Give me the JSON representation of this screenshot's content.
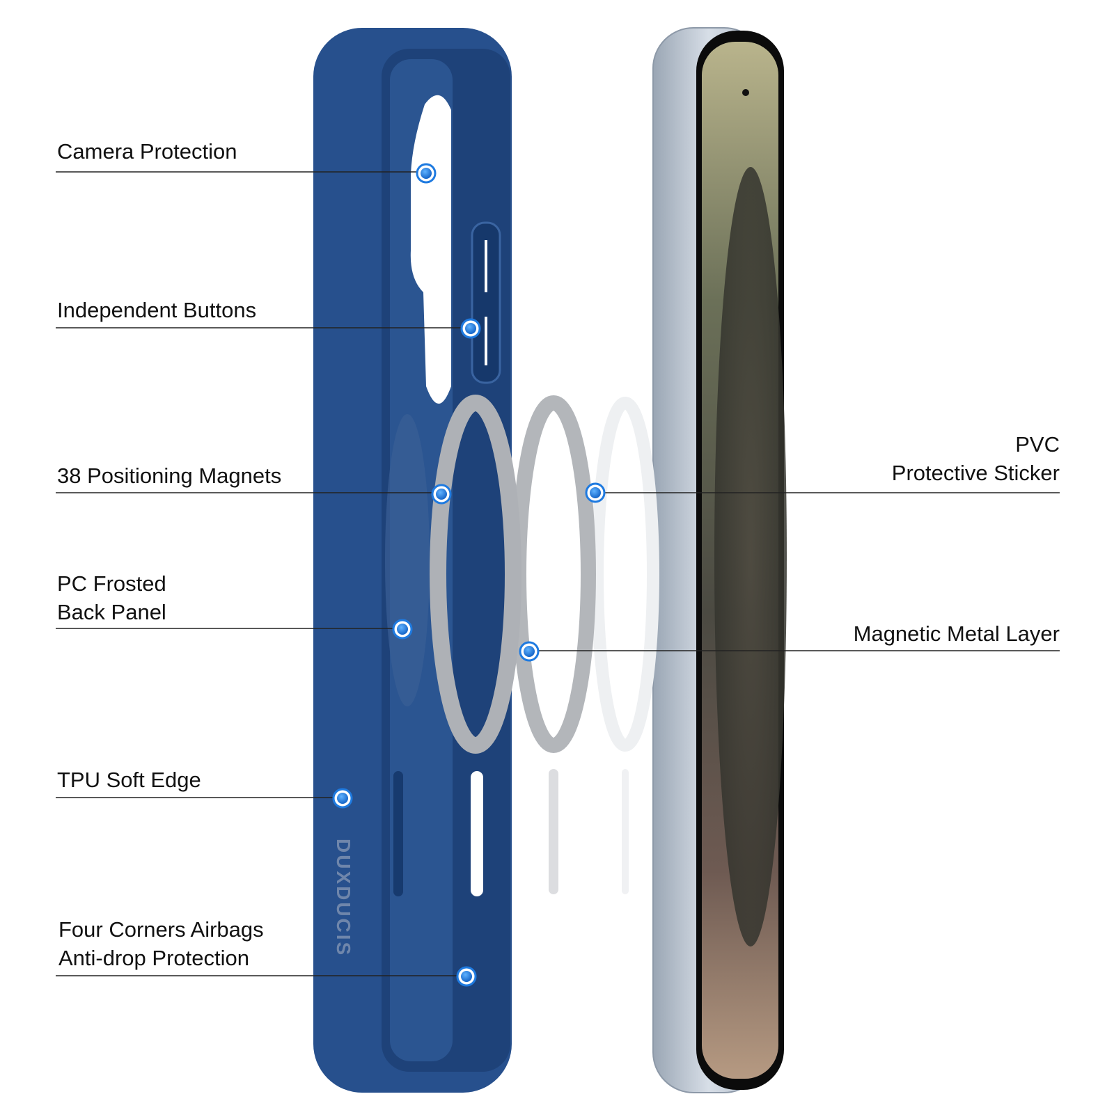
{
  "colors": {
    "case_blue": "#27508d",
    "case_blue_dark": "#173a6e",
    "screen_edge": "#0b0b0b",
    "frame_silver": "#c7d0db",
    "marker_blue": "#1e7ae0",
    "line": "#222222"
  },
  "callouts_left": [
    {
      "id": "camera-protection",
      "lines": [
        "Camera Protection"
      ]
    },
    {
      "id": "independent-buttons",
      "lines": [
        "Independent Buttons"
      ]
    },
    {
      "id": "positioning-magnets",
      "lines": [
        "38 Positioning Magnets"
      ]
    },
    {
      "id": "pc-frosted-back-panel",
      "lines": [
        "PC Frosted",
        "Back Panel"
      ]
    },
    {
      "id": "tpu-soft-edge",
      "lines": [
        "TPU Soft Edge"
      ]
    },
    {
      "id": "four-corners-airbags",
      "lines": [
        "Four Corners Airbags",
        "Anti-drop Protection"
      ]
    }
  ],
  "callouts_right": [
    {
      "id": "pvc-protective-sticker",
      "lines": [
        "PVC",
        "Protective Sticker"
      ]
    },
    {
      "id": "magnetic-metal-layer",
      "lines": [
        "Magnetic Metal Layer"
      ]
    }
  ],
  "brand_mark": "DUXDUCIS"
}
